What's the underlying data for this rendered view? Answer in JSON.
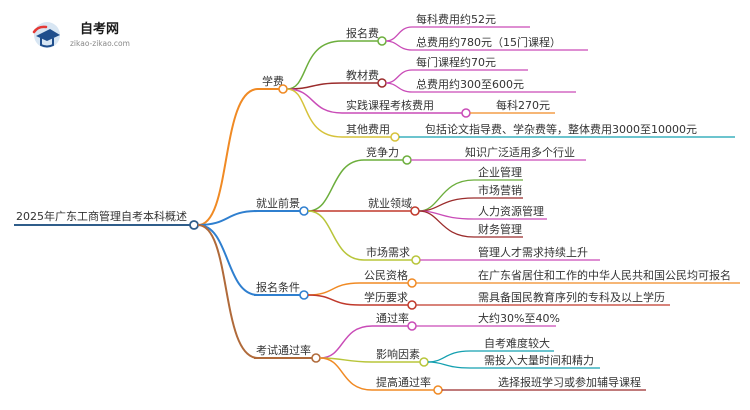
{
  "brand": {
    "title": "自考网",
    "url": "zikao-zikao.com"
  },
  "colors": {
    "root": "#2f5d8a",
    "fees": "#f08a24",
    "fee_reg": "#6cae3c",
    "fee_book": "#9b2c2c",
    "fee_practice": "#c94bb7",
    "fee_other": "#d6c23a",
    "employment": "#2f7fcf",
    "emp_compete": "#6cae3c",
    "emp_field": "#c0392b",
    "emp_market": "#b8c53a",
    "conditions": "#2f7fcf",
    "cond_citizen": "#f08a24",
    "cond_edu": "#c0392b",
    "pass": "#b06a3a",
    "pass_rate": "#c94bb7",
    "pass_factor": "#b8c53a",
    "pass_improve": "#f08a24",
    "leaf_teal": "#14a0b0"
  },
  "root": {
    "label": "2025年广东工商管理自考本科概述"
  },
  "branches": {
    "fees": {
      "label": "学费",
      "reg": {
        "label": "报名费",
        "items": [
          "每科费用约52元",
          "总费用约780元（15门课程）"
        ]
      },
      "book": {
        "label": "教材费",
        "items": [
          "每门课程约70元",
          "总费用约300至600元"
        ]
      },
      "practice": {
        "label": "实践课程考核费用",
        "items": [
          "每科270元"
        ]
      },
      "other": {
        "label": "其他费用",
        "items": [
          "包括论文指导费、学杂费等，整体费用3000至10000元"
        ]
      }
    },
    "employment": {
      "label": "就业前景",
      "compete": {
        "label": "竞争力",
        "items": [
          "知识广泛适用多个行业"
        ]
      },
      "field": {
        "label": "就业领域",
        "items": [
          "企业管理",
          "市场营销",
          "人力资源管理",
          "财务管理"
        ]
      },
      "market": {
        "label": "市场需求",
        "items": [
          "管理人才需求持续上升"
        ]
      }
    },
    "conditions": {
      "label": "报名条件",
      "citizen": {
        "label": "公民资格",
        "items": [
          "在广东省居住和工作的中华人民共和国公民均可报名"
        ]
      },
      "edu": {
        "label": "学历要求",
        "items": [
          "需具备国民教育序列的专科及以上学历"
        ]
      }
    },
    "pass": {
      "label": "考试通过率",
      "rate": {
        "label": "通过率",
        "items": [
          "大约30%至40%"
        ]
      },
      "factor": {
        "label": "影响因素",
        "items": [
          "自考难度较大",
          "需投入大量时间和精力"
        ]
      },
      "improve": {
        "label": "提高通过率",
        "items": [
          "选择报班学习或参加辅导课程"
        ]
      }
    }
  }
}
